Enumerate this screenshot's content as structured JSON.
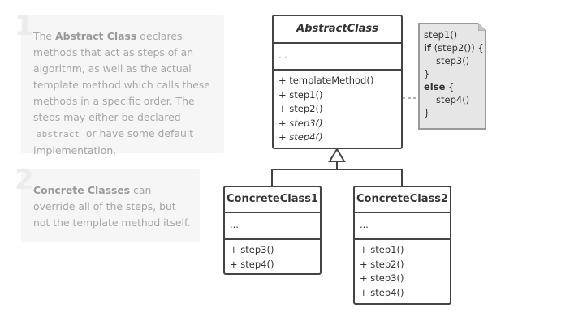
{
  "notes": [
    {
      "number": "1",
      "segments": [
        {
          "text": "The ",
          "style": "plain"
        },
        {
          "text": "Abstract Class",
          "style": "bold"
        },
        {
          "text": " declares methods that act as steps of an algorithm, as well as the actual template method which calls these methods in a specific order. The steps may either be declared ",
          "style": "plain"
        },
        {
          "text": "abstract",
          "style": "code"
        },
        {
          "text": " or have some default implementation.",
          "style": "plain"
        }
      ]
    },
    {
      "number": "2",
      "segments": [
        {
          "text": "Concrete Classes",
          "style": "bold"
        },
        {
          "text": " can override all of the steps, but not the template method itself.",
          "style": "plain"
        }
      ]
    }
  ],
  "abstract_class": {
    "name": "AbstractClass",
    "fields": "...",
    "methods": [
      {
        "text": "+ templateMethod()",
        "italic": false
      },
      {
        "text": "+ step1()",
        "italic": false
      },
      {
        "text": "+ step2()",
        "italic": false
      },
      {
        "text": "+ step3()",
        "italic": true
      },
      {
        "text": "+ step4()",
        "italic": true
      }
    ]
  },
  "code_note": {
    "lines": [
      {
        "indent": 0,
        "parts": [
          {
            "text": "step1()",
            "bold": false
          }
        ]
      },
      {
        "indent": 0,
        "parts": [
          {
            "text": "if",
            "bold": true
          },
          {
            "text": " (step2()) {",
            "bold": false
          }
        ]
      },
      {
        "indent": 1,
        "parts": [
          {
            "text": "step3()",
            "bold": false
          }
        ]
      },
      {
        "indent": 0,
        "parts": [
          {
            "text": "}",
            "bold": false
          }
        ]
      },
      {
        "indent": 0,
        "parts": [
          {
            "text": "else",
            "bold": true
          },
          {
            "text": " {",
            "bold": false
          }
        ]
      },
      {
        "indent": 1,
        "parts": [
          {
            "text": "step4()",
            "bold": false
          }
        ]
      },
      {
        "indent": 0,
        "parts": [
          {
            "text": "}",
            "bold": false
          }
        ]
      }
    ]
  },
  "concrete_classes": [
    {
      "name": "ConcreteClass1",
      "fields": "...",
      "methods": [
        "+ step3()",
        "+ step4()"
      ]
    },
    {
      "name": "ConcreteClass2",
      "fields": "...",
      "methods": [
        "+ step1()",
        "+ step2()",
        "+ step3()",
        "+ step4()"
      ]
    }
  ],
  "colors": {
    "border": "#444444",
    "note_bg": "#f6f6f6",
    "note_text": "#a6a6a6",
    "code_note_bg": "#e6e6e6"
  }
}
